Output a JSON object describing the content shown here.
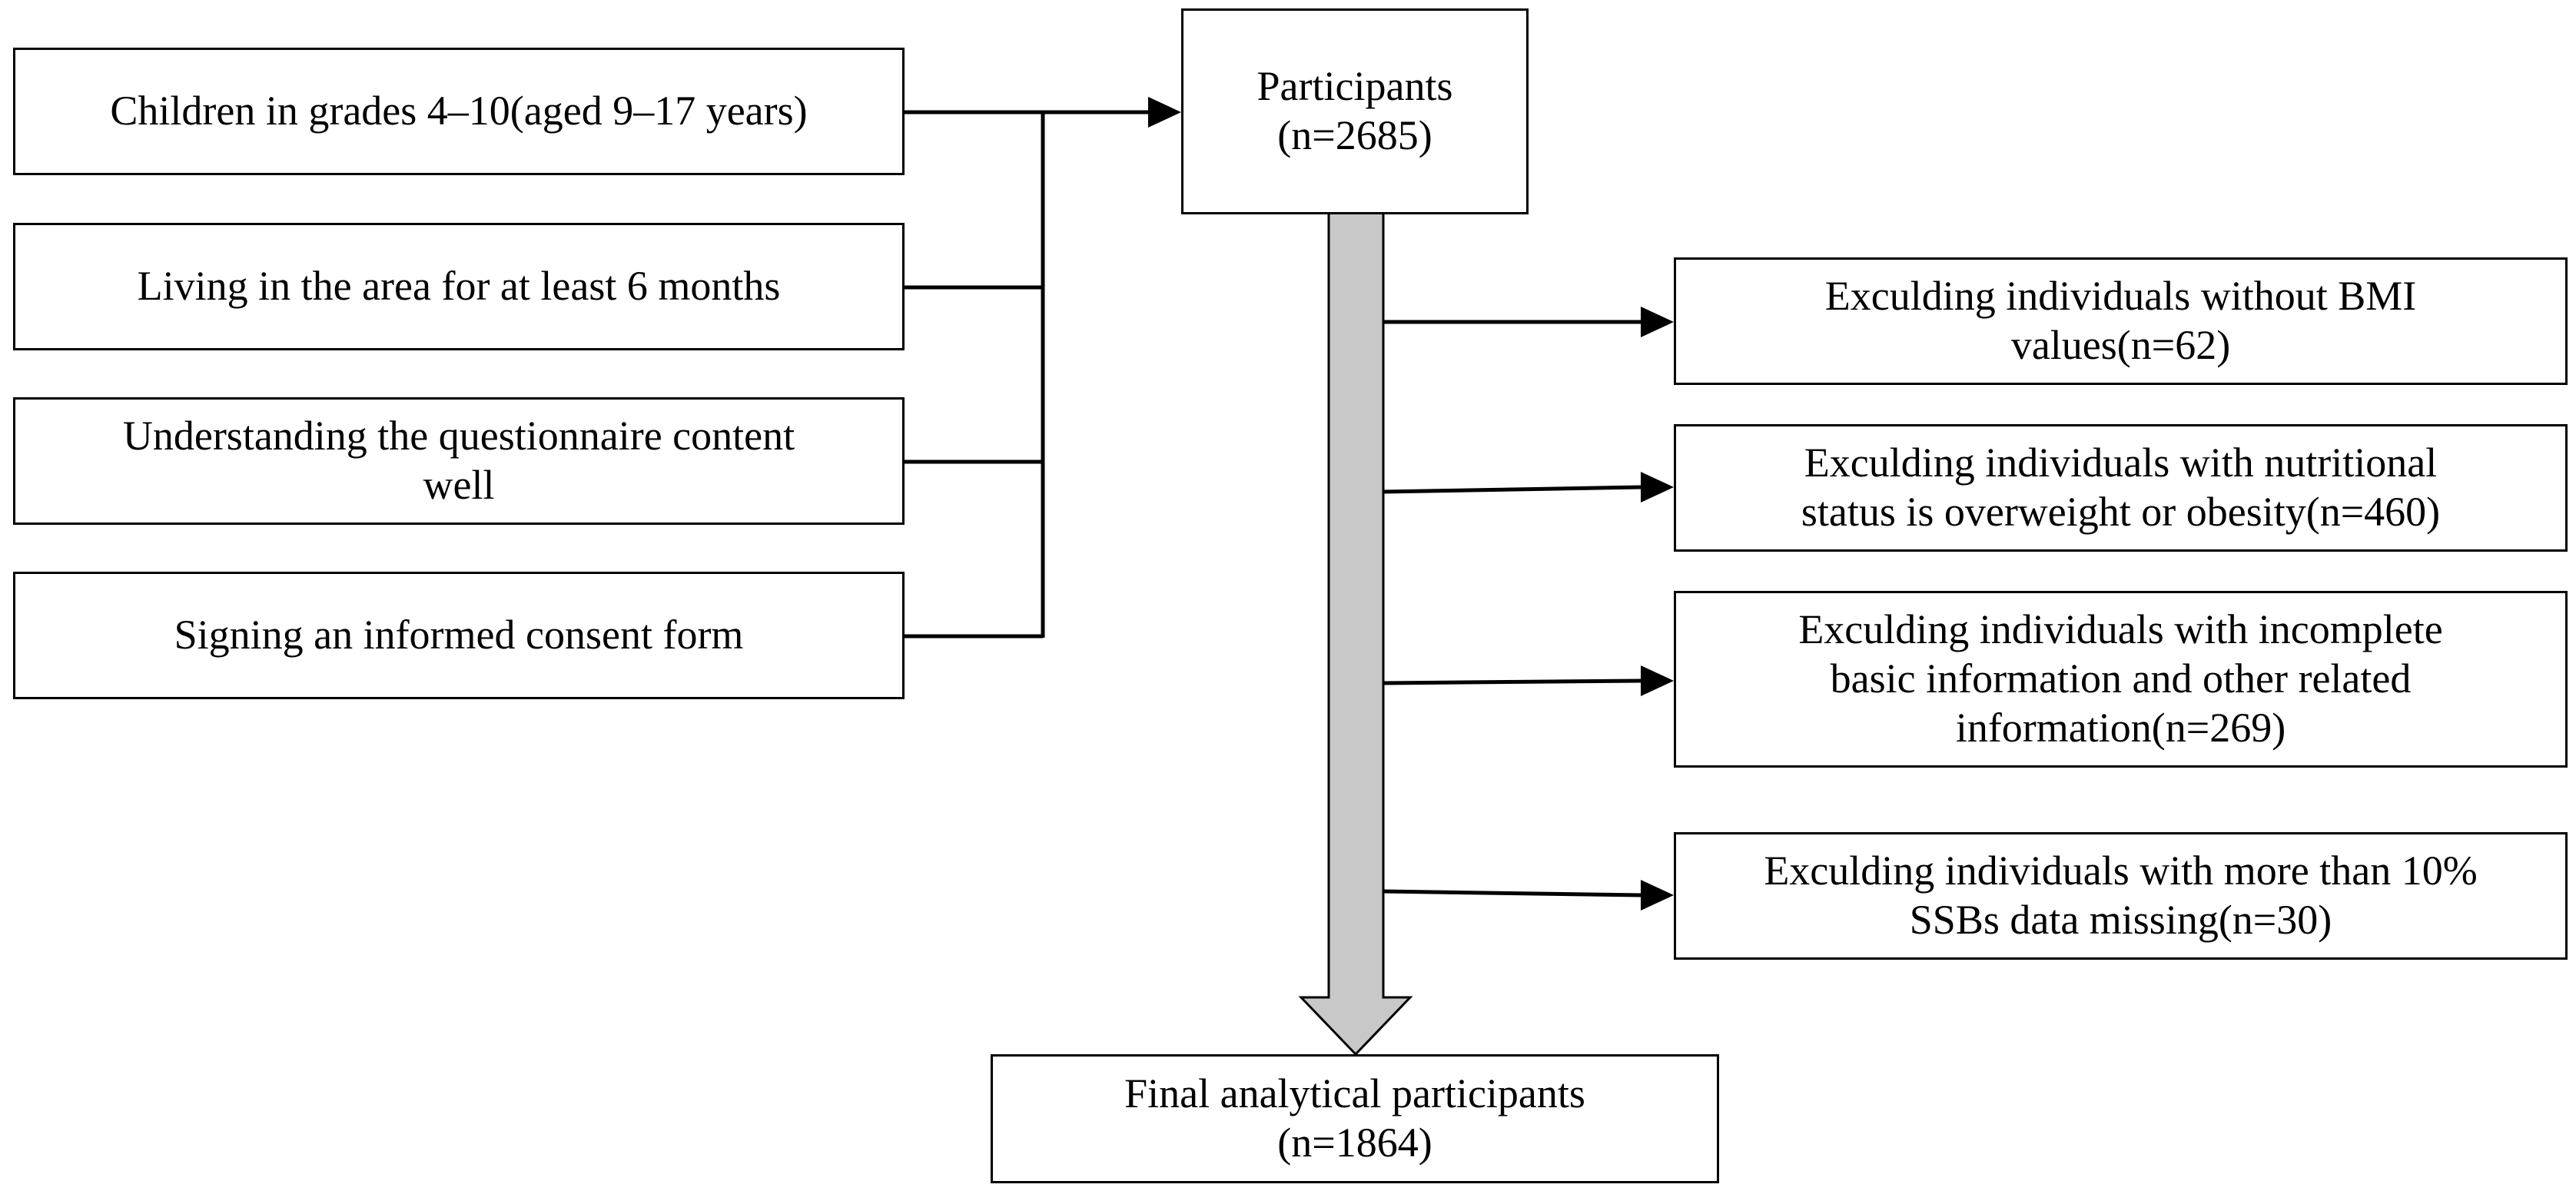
{
  "criteria": [
    {
      "lines": [
        "Children in grades 4–10(aged 9–17 years)"
      ]
    },
    {
      "lines": [
        "Living in the area for at least 6 months"
      ]
    },
    {
      "lines": [
        "Understanding the questionnaire content",
        "well"
      ]
    },
    {
      "lines": [
        "Signing an informed consent form"
      ]
    }
  ],
  "participants": {
    "lines": [
      "Participants",
      "(n=2685)"
    ]
  },
  "exclusions": [
    {
      "lines": [
        "Exculding individuals without BMI",
        "values(n=62)"
      ]
    },
    {
      "lines": [
        "Exculding individuals with nutritional",
        "status is overweight or obesity(n=460)"
      ]
    },
    {
      "lines": [
        "Exculding individuals with incomplete",
        "basic information and other related",
        "information(n=269)"
      ]
    },
    {
      "lines": [
        "Exculding individuals with more than 10%",
        "SSBs data missing(n=30)"
      ]
    }
  ],
  "final": {
    "lines": [
      "Final analytical participants",
      "(n=1864)"
    ]
  },
  "colors": {
    "line": "#000000",
    "flow_arrow_fill": "#c8c8c8"
  }
}
